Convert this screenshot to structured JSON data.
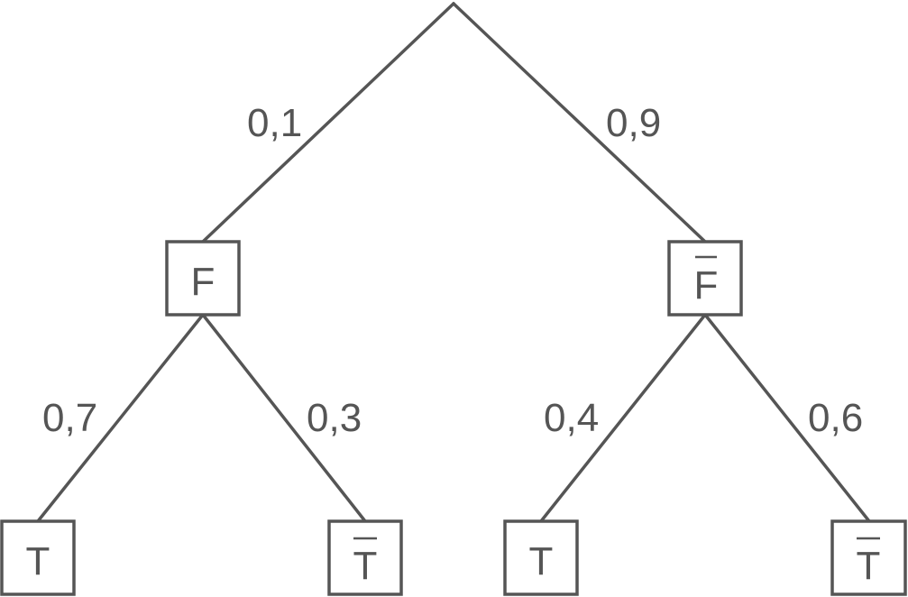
{
  "tree": {
    "level1": {
      "left_probability": "0,1",
      "right_probability": "0,9"
    },
    "nodes": {
      "f": {
        "label": "F",
        "negated": false
      },
      "f_bar": {
        "label": "F",
        "negated": true
      },
      "t1": {
        "label": "T",
        "negated": false
      },
      "t_bar1": {
        "label": "T",
        "negated": true
      },
      "t2": {
        "label": "T",
        "negated": false
      },
      "t_bar2": {
        "label": "T",
        "negated": true
      }
    },
    "level2": {
      "f_to_t": "0,7",
      "f_to_t_bar": "0,3",
      "f_bar_to_t": "0,4",
      "f_bar_to_t_bar": "0,6"
    },
    "colors": {
      "stroke": "#555555",
      "text": "#555555",
      "background": "#ffffff"
    }
  }
}
